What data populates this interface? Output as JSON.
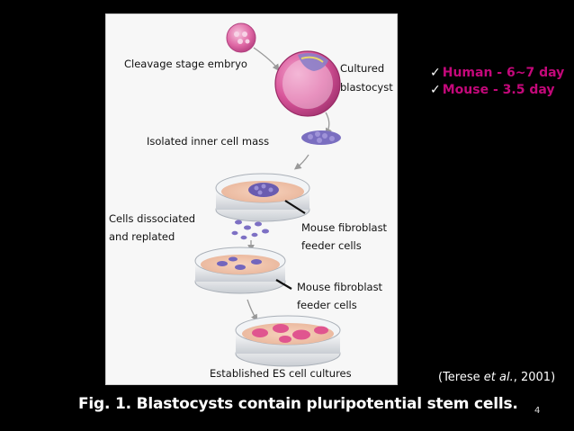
{
  "figure": {
    "labels": {
      "cleavage": "Cleavage stage embryo",
      "cultured_1": "Cultured",
      "cultured_2": "blastocyst",
      "inner_mass": "Isolated inner cell mass",
      "dissociated_1": "Cells dissociated",
      "dissociated_2": "and replated",
      "feeder_a_1": "Mouse fibroblast",
      "feeder_a_2": "feeder cells",
      "feeder_b_1": "Mouse fibroblast",
      "feeder_b_2": "feeder cells",
      "established": "Established ES cell cultures"
    }
  },
  "timing": {
    "human": "Human - 6~7 day",
    "mouse": "Mouse - 3.5 day"
  },
  "citation": {
    "prefix": "(Terese ",
    "etal": "et al.",
    "suffix": ", 2001)"
  },
  "caption": "Fig. 1. Blastocysts contain pluripotential stem cells.",
  "page_number": "4",
  "colors": {
    "background": "#000000",
    "accent": "#c4087a",
    "embryo": "#d9559a",
    "inner_cells": "#6a5cb0",
    "es_colonies": "#e0558f"
  }
}
